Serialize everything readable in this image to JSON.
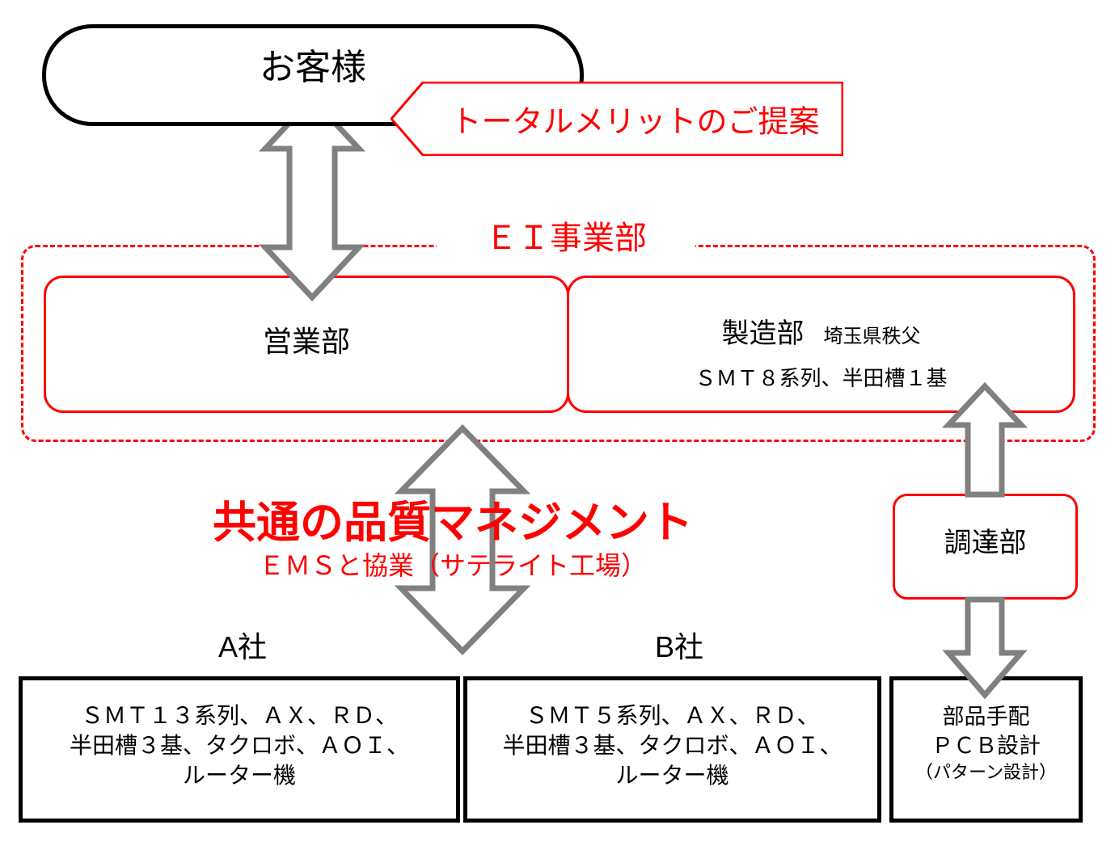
{
  "diagram": {
    "title_customer": "お客様",
    "callout": {
      "text": "トータルメリットのご提案",
      "color": "#ff0000"
    },
    "division": {
      "name": "ＥＩ事業部",
      "border_style": "dashed",
      "color": "#ff0000"
    },
    "departments": {
      "sales": {
        "label": "営業部"
      },
      "manufacturing": {
        "label": "製造部",
        "location": "埼玉県秩父",
        "equipment": "ＳＭＴ８系列、半田槽１基"
      },
      "procurement": {
        "label": "調達部"
      }
    },
    "headline": {
      "main": "共通の品質マネジメント",
      "sub": "ＥＭＳと協業（サテライト工場）",
      "color": "#ff0000"
    },
    "partners": [
      {
        "name": "A社",
        "lines": [
          "ＳＭＴ１３系列、ＡＸ、ＲＤ、",
          "半田槽３基、タクロボ、ＡＯＩ、",
          "ルーター機"
        ]
      },
      {
        "name": "B社",
        "lines": [
          "ＳＭＴ５系列、ＡＸ、ＲＤ、",
          "半田槽３基、タクロボ、ＡＯＩ、",
          "ルーター機"
        ]
      }
    ],
    "pcb_box": {
      "line1": "部品手配",
      "line2": "ＰＣＢ設計",
      "line3": "（パターン設計）"
    },
    "arrows": [
      {
        "name": "customer-sales-arrow",
        "direction": "double-vertical",
        "color": "#808080"
      },
      {
        "name": "sales-partners-arrow",
        "direction": "double-vertical",
        "color": "#808080"
      },
      {
        "name": "procurement-manufacturing-arrow",
        "direction": "up",
        "color": "#808080"
      },
      {
        "name": "procurement-pcb-arrow",
        "direction": "down",
        "color": "#808080"
      }
    ]
  }
}
